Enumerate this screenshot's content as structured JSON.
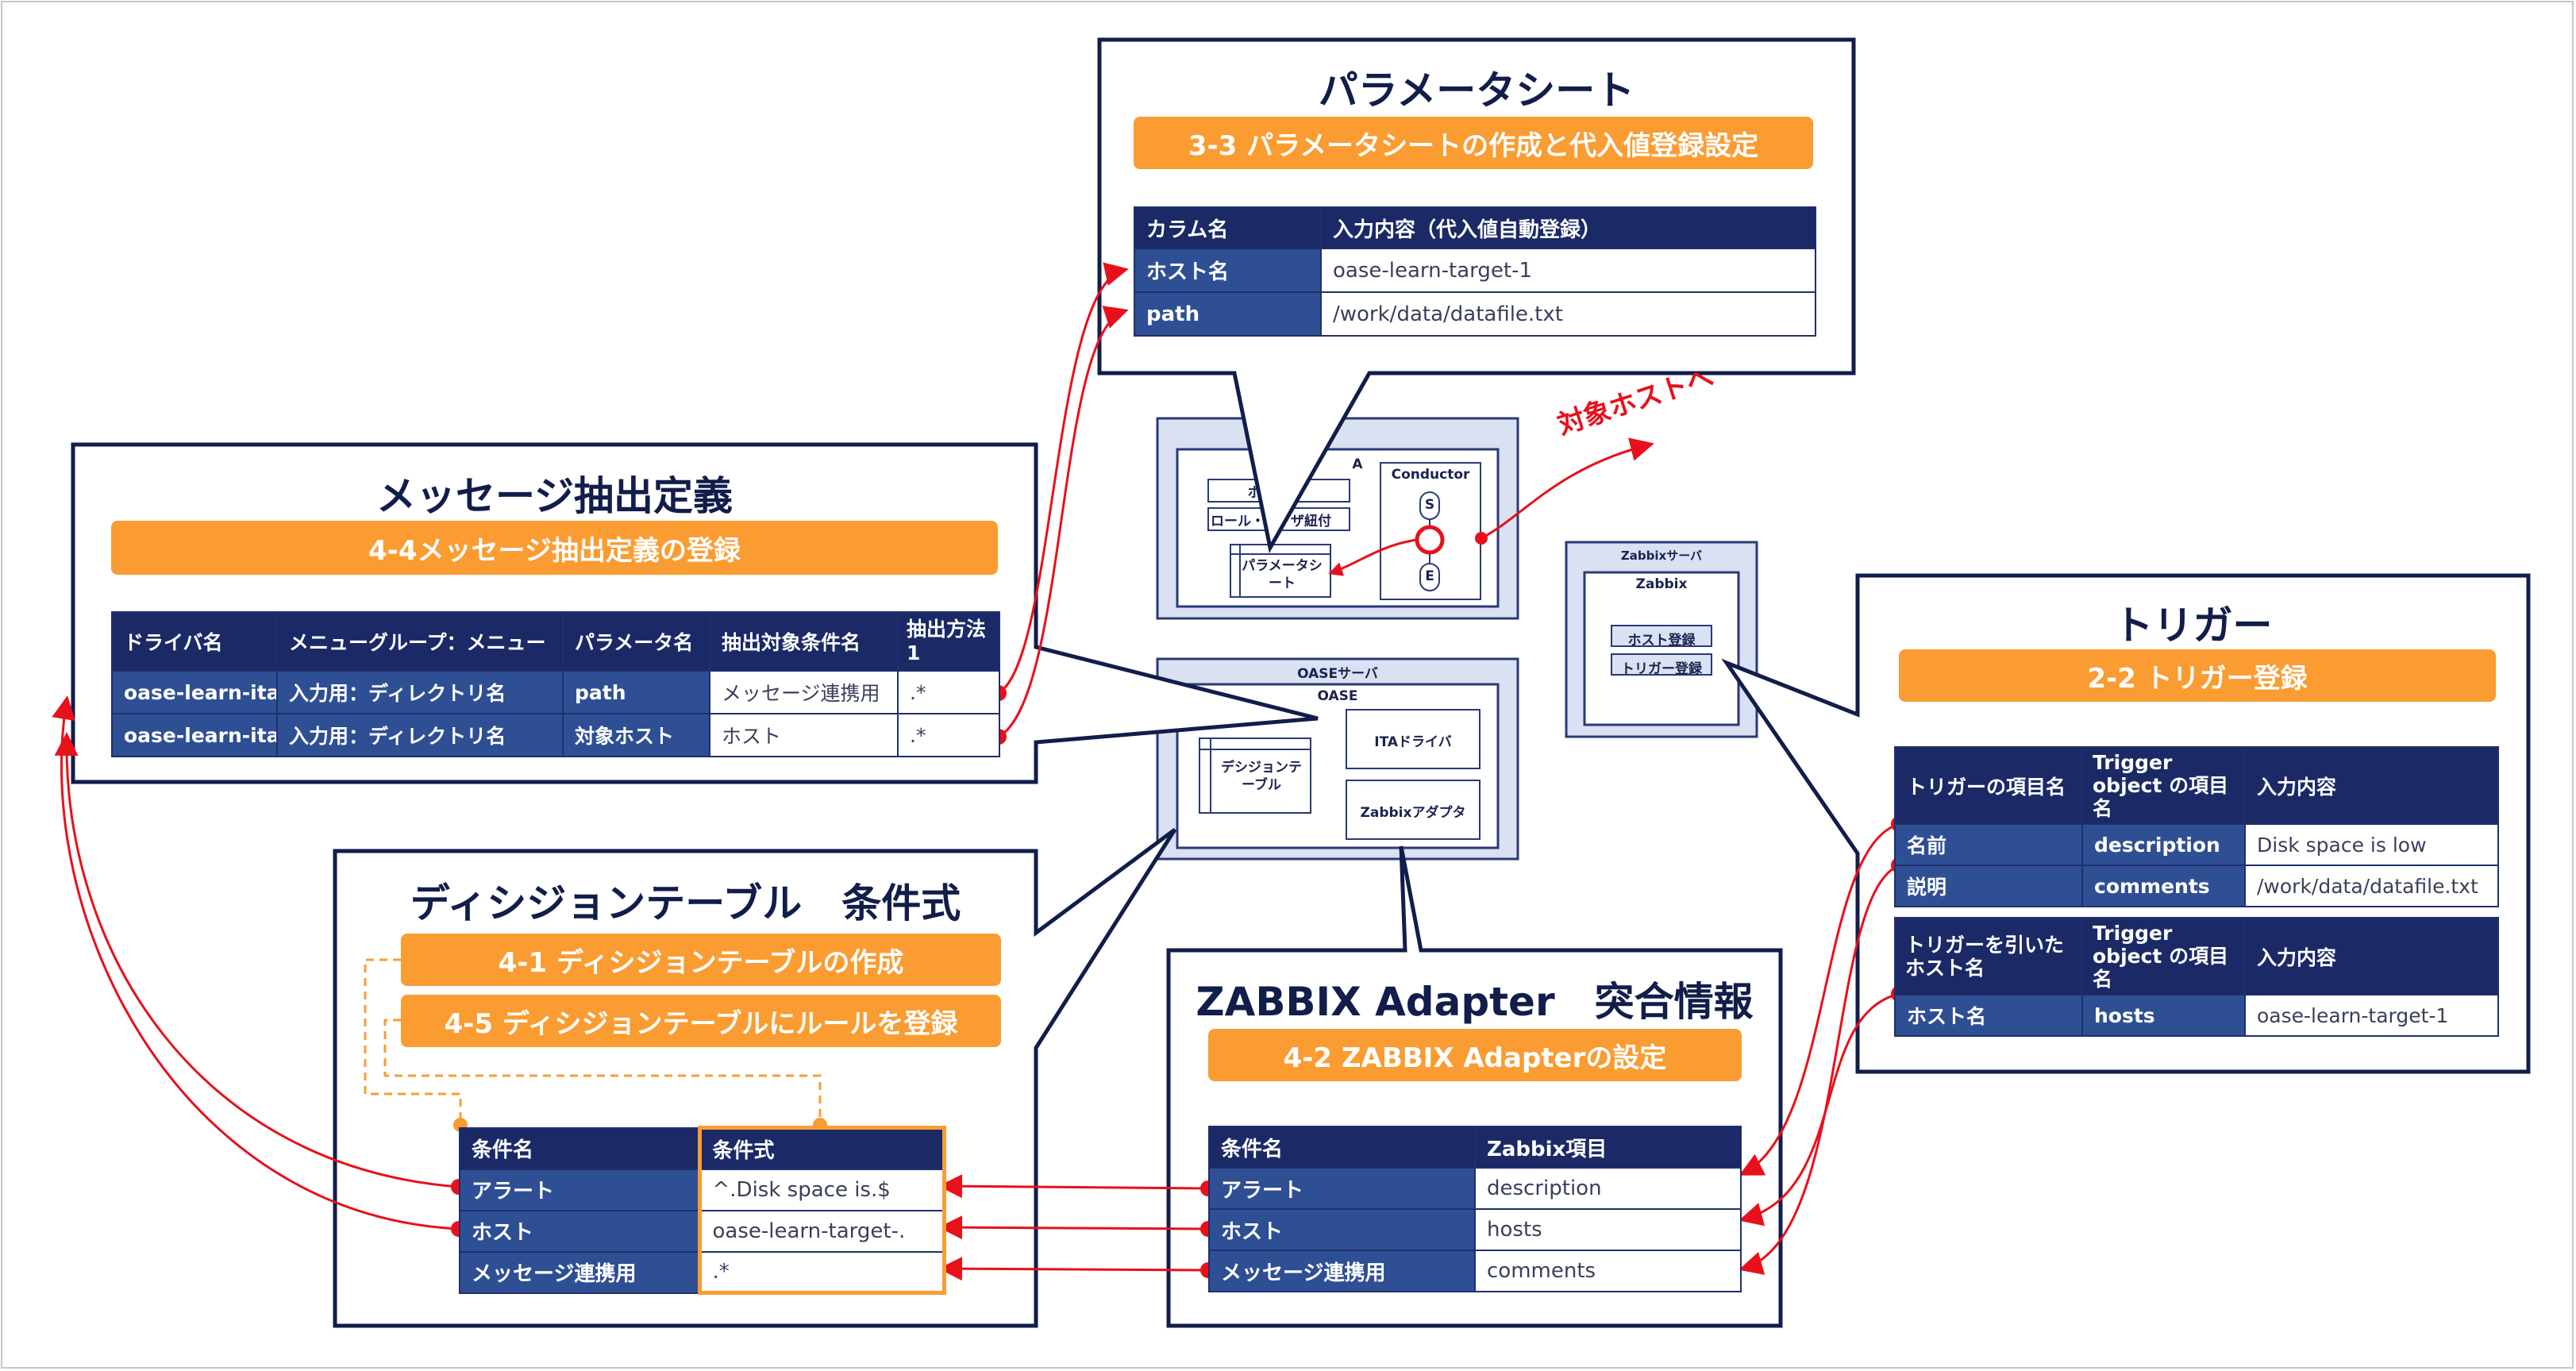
{
  "param_sheet": {
    "title": "パラメータシート",
    "subtitle": "3-3 パラメータシートの作成と代入値登録設定",
    "headers": [
      "カラム名",
      "入力内容（代入値自動登録）"
    ],
    "rows": [
      [
        "ホスト名",
        "oase-learn-target-1"
      ],
      [
        "path",
        "/work/data/datafile.txt"
      ]
    ]
  },
  "msg_extract": {
    "title": "メッセージ抽出定義",
    "subtitle": "4-4メッセージ抽出定義の登録",
    "headers": [
      "ドライバ名",
      "メニューグループ：メニュー",
      "パラメータ名",
      "抽出対象条件名",
      "抽出方法1"
    ],
    "rows": [
      [
        "oase-learn-ita",
        "入力用：ディレクトリ名",
        "path",
        "メッセージ連携用",
        ".*"
      ],
      [
        "oase-learn-ita",
        "入力用：ディレクトリ名",
        "対象ホスト",
        "ホスト",
        ".*"
      ]
    ]
  },
  "decision": {
    "title": "ディシジョンテーブル　条件式",
    "subtitle1": "4-1 ディシジョンテーブルの作成",
    "subtitle2": "4-5 ディシジョンテーブルにルールを登録",
    "headers": [
      "条件名",
      "条件式"
    ],
    "rows": [
      [
        "アラート",
        "^.Disk space is.$"
      ],
      [
        "ホスト",
        "oase-learn-target-."
      ],
      [
        "メッセージ連携用",
        ".*"
      ]
    ]
  },
  "zabbix_adapter": {
    "title": "ZABBIX Adapter　突合情報",
    "subtitle": "4-2 ZABBIX Adapterの設定",
    "headers": [
      "条件名",
      "Zabbix項目"
    ],
    "rows": [
      [
        "アラート",
        "description"
      ],
      [
        "ホスト",
        "hosts"
      ],
      [
        "メッセージ連携用",
        "comments"
      ]
    ]
  },
  "trigger": {
    "title": "トリガー",
    "subtitle": "2-2 トリガー登録",
    "table1": {
      "headers": [
        "トリガーの項目名",
        "Trigger object の項目名",
        "入力内容"
      ],
      "rows": [
        [
          "名前",
          "description",
          "Disk space is low"
        ],
        [
          "説明",
          "comments",
          "/work/data/datafile.txt"
        ]
      ]
    },
    "table2": {
      "headers": [
        "トリガーを引いたホスト名",
        "Trigger object の項目名",
        "入力内容"
      ],
      "rows": [
        [
          "ホスト名",
          "hosts",
          "oase-learn-target-1"
        ]
      ]
    }
  },
  "center": {
    "ita_tail": "A",
    "host_fragment": "ホ",
    "role_label": "ロール・",
    "role_label_tail": "ザ紐付",
    "param_sheet_label": "パラメータシート",
    "conductor": "Conductor",
    "conductor_s": "S",
    "conductor_e": "E",
    "target_host": "対象ホストへ",
    "oase_server": "OASEサーバ",
    "oase": "OASE",
    "decision_label": "デシジョンテーブル",
    "ita_driver": "ITAドライバ",
    "zabbix_adapter": "Zabbixアダプタ",
    "zabbix_server": "Zabbixサーバ",
    "zabbix": "Zabbix",
    "host_register": "ホスト登録",
    "trigger_register": "トリガー登録"
  },
  "colors": {
    "navy": "#1b2a66",
    "key_blue": "#2f4f94",
    "orange": "#fa9c32",
    "red": "#e8101a",
    "light_panel": "#d9e1f2"
  }
}
